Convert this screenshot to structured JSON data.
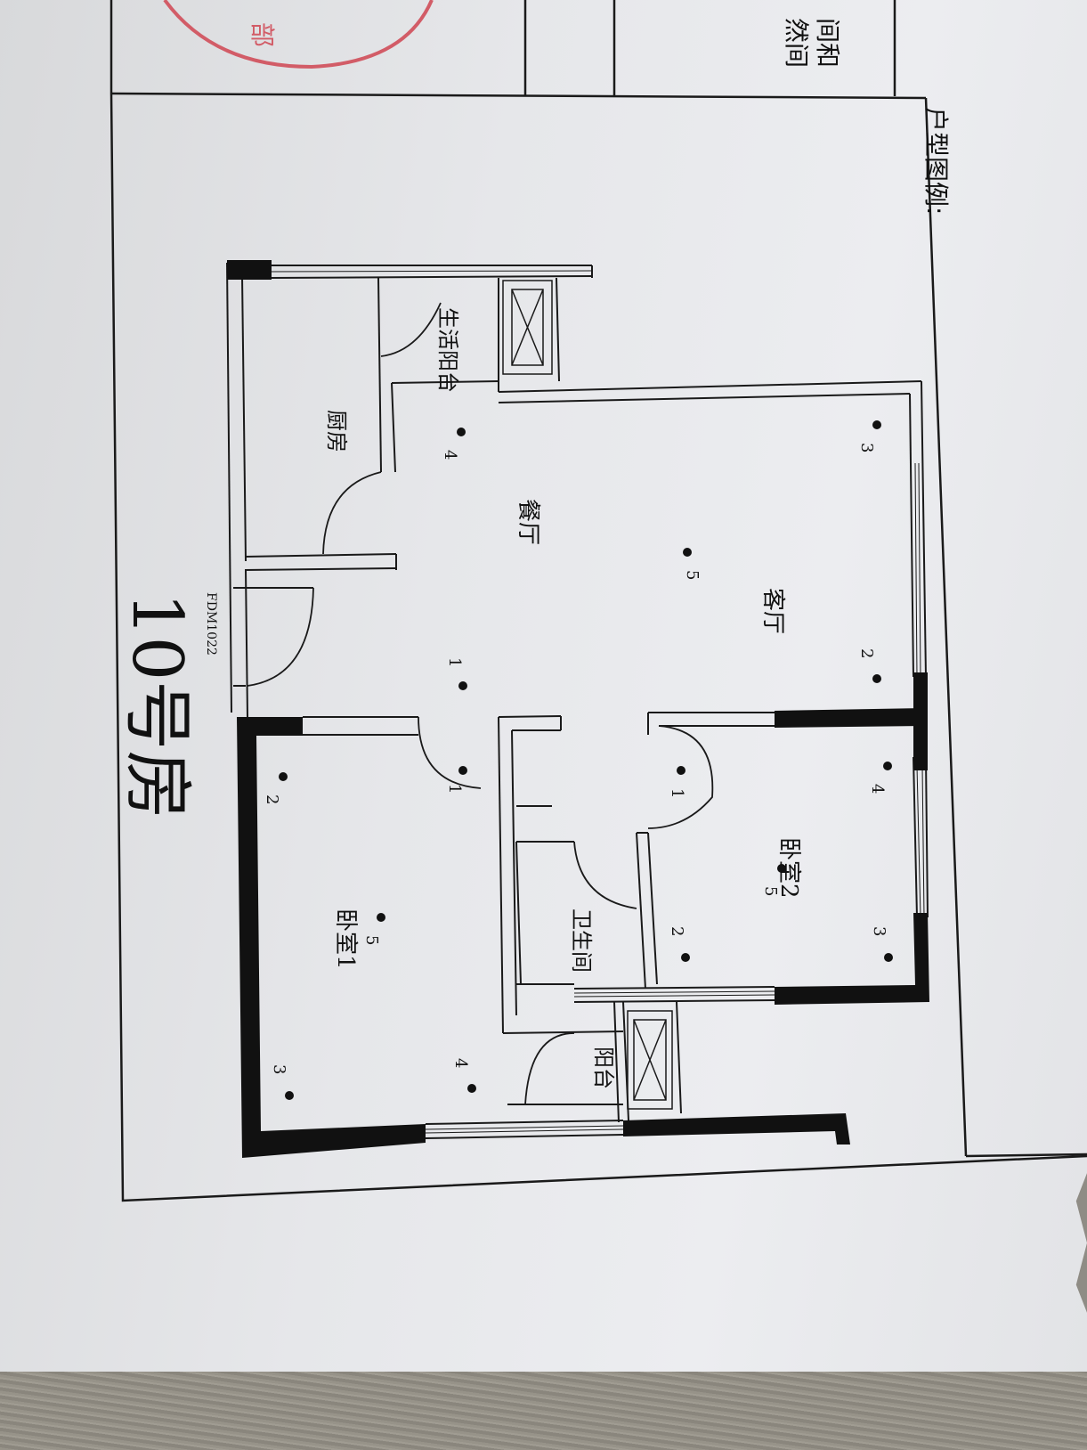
{
  "header": {
    "legend_label": "户型图例:",
    "cut_text_top": "间和",
    "cut_text_bottom": "然间",
    "seal_text": "部"
  },
  "unit_title": "10号房",
  "door_code": "FDM1022",
  "rooms": {
    "kitchen": "厨房",
    "service_balcony": "生活阳台",
    "dining": "餐厅",
    "living": "客厅",
    "bedroom1": "卧室1",
    "bedroom2": "卧室2",
    "bathroom": "卫生间",
    "balcony": "阳台"
  },
  "points": [
    {
      "label": "4"
    },
    {
      "label": "3"
    },
    {
      "label": "5"
    },
    {
      "label": "2"
    },
    {
      "label": "1"
    },
    {
      "label": "1"
    },
    {
      "label": "1"
    },
    {
      "label": "4"
    },
    {
      "label": "5"
    },
    {
      "label": "2"
    },
    {
      "label": "3"
    },
    {
      "label": "2"
    },
    {
      "label": "5"
    },
    {
      "label": "3"
    },
    {
      "label": "4"
    }
  ],
  "colors": {
    "wall": "#111111",
    "line": "#1a1a1a",
    "seal": "#d25c67"
  }
}
